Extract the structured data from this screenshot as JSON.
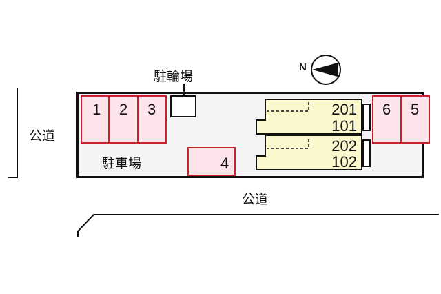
{
  "labels": {
    "bicycle_parking": "駐輪場",
    "parking_lot": "駐車場",
    "road_left": "公道",
    "road_bottom": "公道",
    "compass_letter": "N"
  },
  "parking_spaces": [
    {
      "number": "1"
    },
    {
      "number": "2"
    },
    {
      "number": "3"
    },
    {
      "number": "4"
    },
    {
      "number": "5"
    },
    {
      "number": "6"
    }
  ],
  "building": {
    "upper_unit": {
      "floor2": "201",
      "floor1": "101"
    },
    "lower_unit": {
      "floor2": "202",
      "floor1": "102"
    }
  },
  "colors": {
    "parking_fill": "#fde3ea",
    "parking_border": "#c8202c",
    "building_fill": "#fbf8cd",
    "lot_fill": "#f4f4f4",
    "outline": "#111111"
  }
}
